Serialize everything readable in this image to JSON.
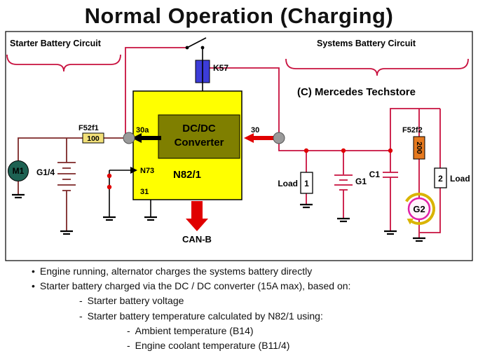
{
  "title": "Normal Operation (Charging)",
  "diagram": {
    "left_section_label": "Starter Battery Circuit",
    "right_section_label": "Systems Battery Circuit",
    "watermark": "(C) Mercedes Techstore",
    "converter": {
      "line1": "DC/DC",
      "line2": "Converter",
      "name": "N82/1"
    },
    "terminals": {
      "t30a": "30a",
      "t30": "30",
      "n73": "N73",
      "t31": "31"
    },
    "relay": "K57",
    "fuse1": {
      "label": "F52f1",
      "value": "100"
    },
    "fuse2": {
      "label": "F52f2",
      "value": "200"
    },
    "motor": "M1",
    "battery_left": "G1/4",
    "battery_right": "G1",
    "capacitor": "C1",
    "generator": "G2",
    "load1": {
      "label": "Load",
      "num": "1"
    },
    "load2": {
      "label": "Load",
      "num": "2"
    },
    "bus": "CAN-B"
  },
  "colors": {
    "wire": "#c8103e",
    "wire_dark": "#7d2828",
    "highlight": "#ffff00",
    "converter": "#7f7f00",
    "relay": "#3c3cd8",
    "fuse1": "#f2e078",
    "fuse2": "#e5791e",
    "blue_text": "#0000cd",
    "magenta": "#e020a8",
    "red": "#e00000",
    "motor": "#1d6152",
    "gold": "#d9b400",
    "gray_dot": "#9a9a9a",
    "fuse_value": "#cc0000"
  },
  "notes": [
    {
      "marker": "•",
      "text": "Engine running, alternator charges the systems battery directly"
    },
    {
      "marker": "•",
      "text": "Starter battery charged via the DC / DC converter (15A max), based on:"
    },
    {
      "marker": "-",
      "text": "Starter battery voltage"
    },
    {
      "marker": "-",
      "text": "Starter battery temperature calculated by N82/1 using:"
    },
    {
      "marker": "-",
      "text": "Ambient temperature (B14)"
    },
    {
      "marker": "-",
      "text": "Engine coolant temperature (B11/4)"
    }
  ]
}
